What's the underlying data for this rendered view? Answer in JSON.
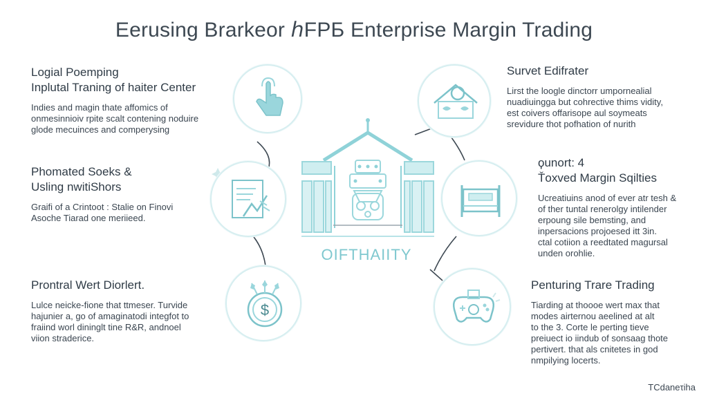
{
  "title": "Eerusing Brarkeor ℎFPБ Enterprise Margin Trading",
  "center_caption": "OIFTHAIITY",
  "watermark": "TCdaneτiha",
  "accent_color": "#8fd2d8",
  "line_color": "#3d4852",
  "nodes": [
    {
      "id": "tl",
      "heading1": "Logial Poemping",
      "heading2": "Inplutal Traning of haiter Center",
      "body": [
        "Indies and magin thate affomics of",
        "onmesinnioiv rpite scalt contening noduire",
        "glode mecuinces and comperysing"
      ],
      "icon": "hand-pointer-icon"
    },
    {
      "id": "ml",
      "heading1": "Phomated Soeks &",
      "heading2": "Usling nwitiShors",
      "body": [
        "Graifi of a Crintoot : Stalie on Finovi",
        "Asoche Tiarad one meriieed."
      ],
      "icon": "document-chart-icon"
    },
    {
      "id": "bl",
      "heading1": "Prontral Wert Diorlert.",
      "heading2": "",
      "body": [
        "Lulce neicke-fione that ttmeser. Turvide",
        "hajunier a,  go of amaginatodi integfot to",
        "fraiind worl dininglt tine  R&R, andnoel",
        "viion straderice."
      ],
      "icon": "dollar-coin-icon"
    },
    {
      "id": "tr",
      "heading1": "Survet Edifrater",
      "heading2": "",
      "body": [
        "Lirst the loogle dinctorr umpornealial",
        "nuadiuingga but cohrective thims vidity,",
        "est coivers offarisope aul soymeats",
        "srevidure thot pofhation of nurith"
      ],
      "icon": "house-magnifier-icon"
    },
    {
      "id": "mr",
      "heading1": "ϙunort: 4",
      "heading2": "Ťoxved Margin Sqilties",
      "body": [
        "Ucreatiuins anod of ever atr tesh &",
        "of ther tuntal renerolgy intilender",
        "erpoung sile bemsting, and",
        "inpersacions projoesed itt 3in.",
        "ctal cotiion a reedtated magursal",
        "unden orohlie."
      ],
      "icon": "bed-frame-icon"
    },
    {
      "id": "br",
      "heading1": "Penturing Trare Trading",
      "heading2": "",
      "body": [
        "Tiarding at thoooe wert max that",
        "modes airternou aeelined at alt",
        "to the 3. Corte le perting tieve",
        "preiuect io iindub of sonsaag thote",
        "pertivert. that als cnitetes in god",
        "nmpilying locerts."
      ],
      "icon": "gamepad-icon"
    }
  ]
}
